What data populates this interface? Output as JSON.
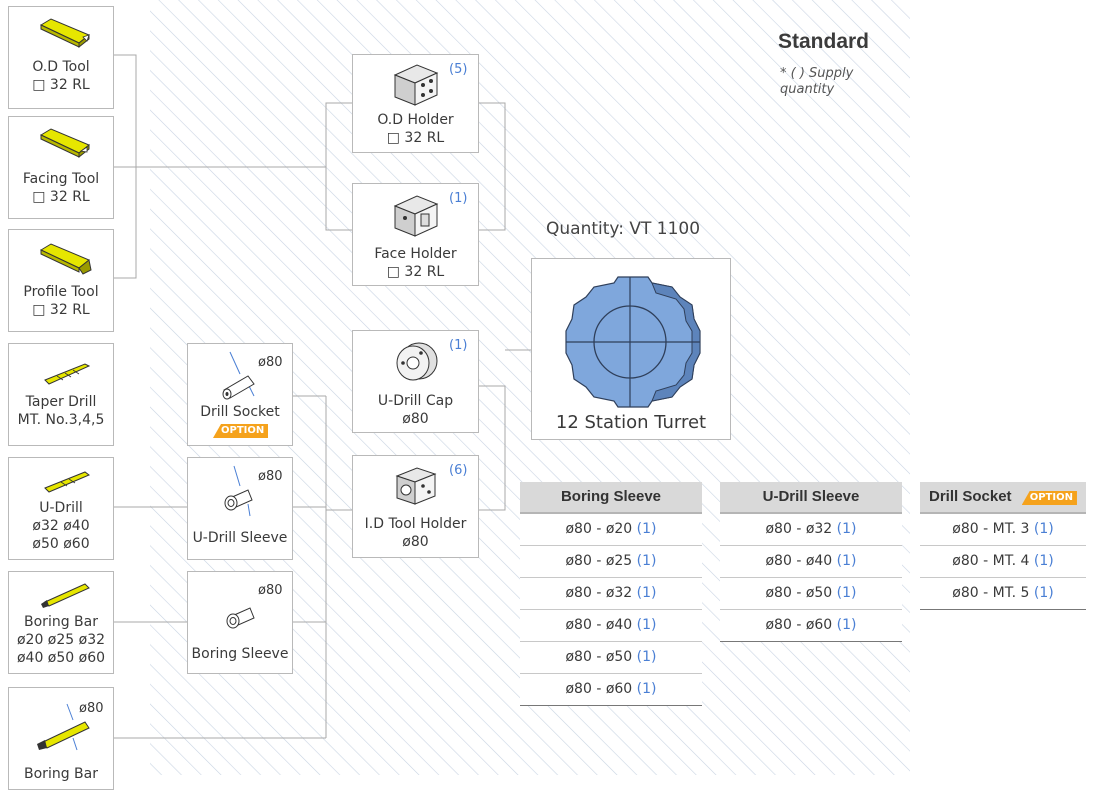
{
  "header": {
    "title": "Standard",
    "note": "* ( ) Supply quantity"
  },
  "tools": {
    "od_tool": {
      "name": "O.D Tool",
      "size": "□ 32 RL"
    },
    "facing_tool": {
      "name": "Facing Tool",
      "size": "□ 32 RL"
    },
    "profile_tool": {
      "name": "Profile Tool",
      "size": "□ 32 RL"
    },
    "taper_drill": {
      "name": "Taper Drill",
      "size": "MT. No.3,4,5"
    },
    "u_drill": {
      "name": "U-Drill",
      "size1": "ø32  ø40",
      "size2": "ø50  ø60"
    },
    "boring_bar_1": {
      "name": "Boring Bar",
      "size1": "ø20  ø25  ø32",
      "size2": "ø40  ø50  ø60"
    },
    "boring_bar_2": {
      "name": "Boring Bar",
      "dim": "ø80"
    }
  },
  "sleeves": {
    "drill_socket": {
      "name": "Drill Socket",
      "dim": "ø80",
      "badge": "OPTION"
    },
    "u_drill_sleeve": {
      "name": "U-Drill Sleeve",
      "dim": "ø80"
    },
    "boring_sleeve": {
      "name": "Boring Sleeve",
      "dim": "ø80"
    }
  },
  "holders": {
    "od_holder": {
      "name": "O.D Holder",
      "size": "□ 32 RL",
      "qty": "(5)"
    },
    "face_holder": {
      "name": "Face Holder",
      "size": "□ 32 RL",
      "qty": "(1)"
    },
    "u_drill_cap": {
      "name": "U-Drill Cap",
      "size": "ø80",
      "qty": "(1)"
    },
    "id_tool_holder": {
      "name": "I.D Tool Holder",
      "size": "ø80",
      "qty": "(6)"
    }
  },
  "turret": {
    "quantity_label": "Quantity: VT 1100",
    "label": "12 Station Turret"
  },
  "tables": [
    {
      "header": "Boring Sleeve",
      "badge": "",
      "rows": [
        {
          "spec": "ø80 - ø20",
          "qty": "(1)"
        },
        {
          "spec": "ø80 - ø25",
          "qty": "(1)"
        },
        {
          "spec": "ø80 - ø32",
          "qty": "(1)"
        },
        {
          "spec": "ø80 - ø40",
          "qty": "(1)"
        },
        {
          "spec": "ø80 - ø50",
          "qty": "(1)"
        },
        {
          "spec": "ø80 - ø60",
          "qty": "(1)"
        }
      ]
    },
    {
      "header": "U-Drill Sleeve",
      "badge": "",
      "rows": [
        {
          "spec": "ø80 - ø32",
          "qty": "(1)"
        },
        {
          "spec": "ø80 - ø40",
          "qty": "(1)"
        },
        {
          "spec": "ø80 - ø50",
          "qty": "(1)"
        },
        {
          "spec": "ø80 - ø60",
          "qty": "(1)"
        }
      ]
    },
    {
      "header": "Drill Socket",
      "badge": "OPTION",
      "rows": [
        {
          "spec": "ø80 - MT. 3",
          "qty": "(1)"
        },
        {
          "spec": "ø80 - MT. 4",
          "qty": "(1)"
        },
        {
          "spec": "ø80 - MT. 5",
          "qty": "(1)"
        }
      ]
    }
  ],
  "colors": {
    "tool_yellow": "#e6e600",
    "qty_blue": "#4a7fd4",
    "option_orange": "#f5a21c",
    "turret_blue": "#7fa7dc",
    "hatch": "#c9d4e3"
  },
  "icons": [
    "tool-bit-icon",
    "drill-icon",
    "boring-bar-icon",
    "sleeve-icon",
    "holder-block-icon",
    "u-drill-cap-icon",
    "turret-disc-icon"
  ]
}
